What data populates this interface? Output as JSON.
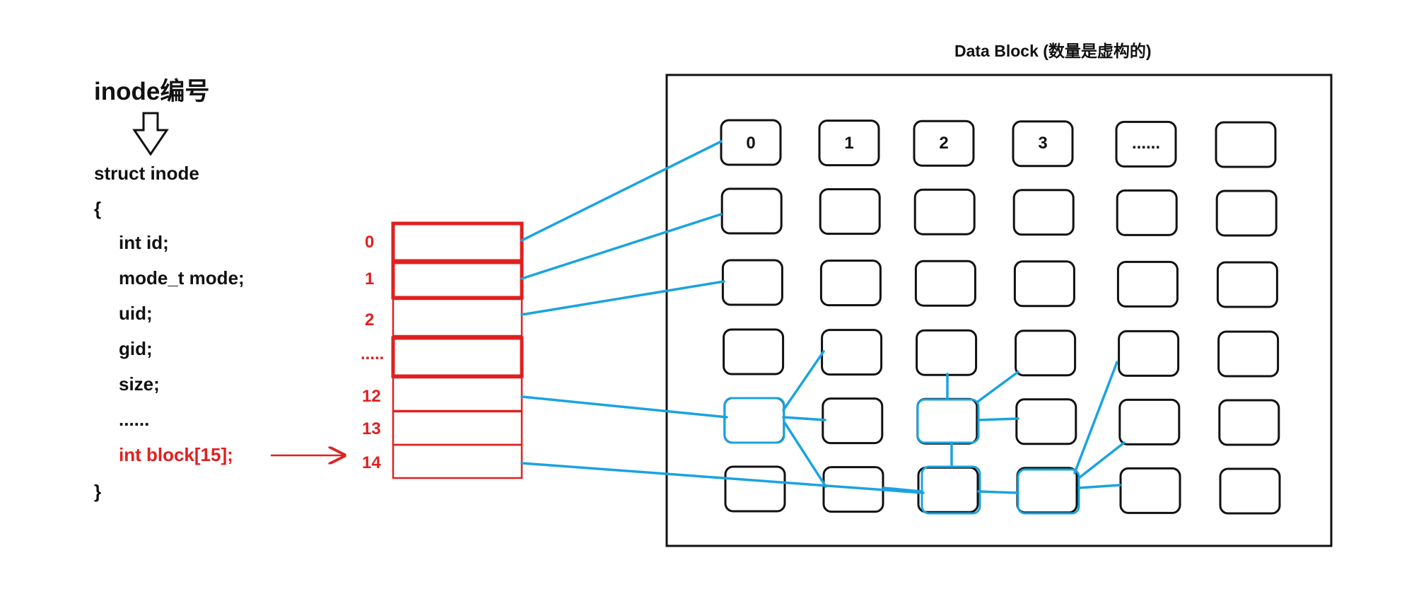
{
  "left": {
    "title": "inode编号",
    "struct_header": "struct inode",
    "open_brace": "{",
    "fields": [
      "int id;",
      "mode_t mode;",
      "uid;",
      "gid;",
      "size;",
      "......"
    ],
    "block_field": "int block[15];",
    "close_brace": "}"
  },
  "block_array": {
    "index_labels": [
      "0",
      "1",
      "2",
      ".....",
      "12",
      "13",
      "14"
    ]
  },
  "data_block": {
    "title": "Data Block (数量是虚构的)",
    "rows": 6,
    "cols": 6,
    "labels": [
      "0",
      "1",
      "2",
      "3",
      "......",
      ""
    ]
  },
  "colors": {
    "red": "#e02020",
    "blue": "#1aa3e0",
    "black": "#111111"
  }
}
